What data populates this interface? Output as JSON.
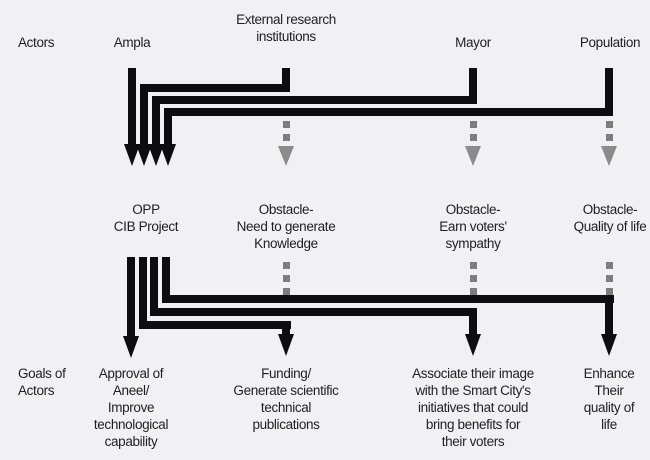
{
  "colors": {
    "background": "#f1f1f4",
    "arrow_black": "#0d0d0f",
    "dash_gray": "#7d7d7d",
    "dash_arrowhead_gray": "#8b8b8b",
    "text": "#1f1f21"
  },
  "top_row": {
    "row_label": "Actors",
    "actors": [
      "Ampla",
      "External research\ninstitutions",
      "Mayor",
      "Population"
    ]
  },
  "middle_row": {
    "items": [
      "OPP\nCIB Project",
      "Obstacle-\nNeed to generate\nKnowledge",
      "Obstacle-\nEarn voters'\nsympathy",
      "Obstacle-\nQuality of life"
    ]
  },
  "bottom_row": {
    "row_label": "Goals of\nActors",
    "goals": [
      "Approval of\nAneel/\nImprove\ntechnological\ncapability",
      "Funding/\nGenerate scientific\ntechnical\npublications",
      "Associate their image\nwith the Smart City's\ninitiatives that could\nbring benefits for\ntheir voters",
      "Enhance\nTheir\nquality of\nlife"
    ]
  }
}
